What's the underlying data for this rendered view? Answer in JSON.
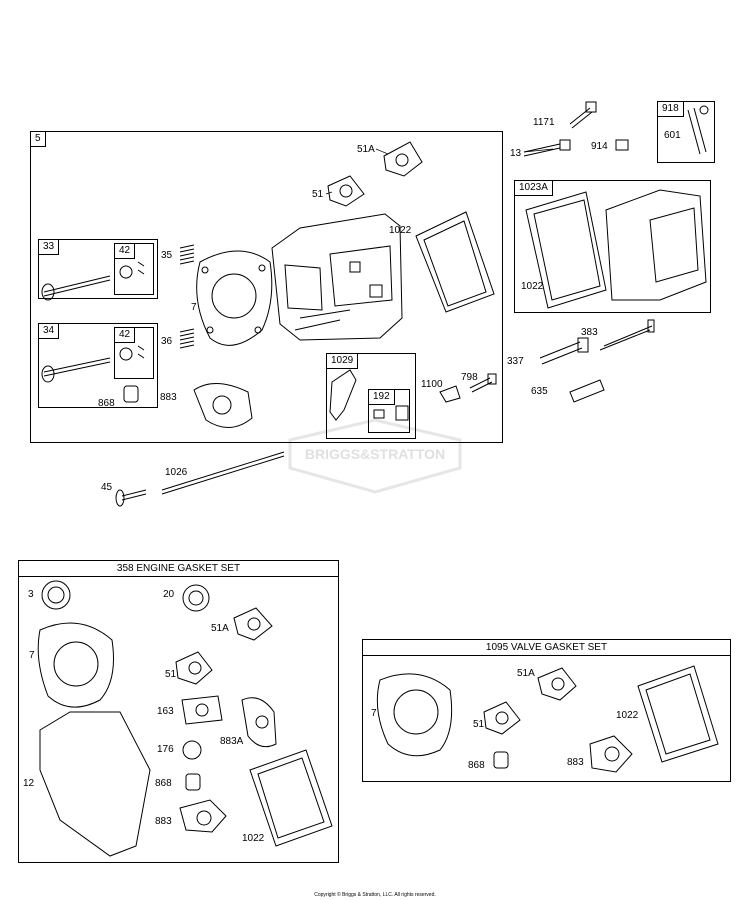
{
  "watermark": "BRIGGS&STRATTON",
  "copyright": "Copyright © Briggs & Stratton, LLC. All rights reserved.",
  "top_assembly": {
    "box_label": "5",
    "part_labels": {
      "p51A": "51A",
      "p51": "51",
      "p1022a": "1022",
      "p35": "35",
      "p7": "7",
      "p36": "36",
      "p883": "883",
      "p1029": "1029",
      "p192": "192",
      "p1100": "1100",
      "p798": "798",
      "p33": "33",
      "p42a": "42",
      "p34": "34",
      "p42b": "42",
      "p868": "868"
    }
  },
  "upper_right": {
    "p1171": "1171",
    "p13": "13",
    "p914": "914",
    "p918": "918",
    "p601": "601",
    "p1023A": "1023A",
    "p1022b": "1022",
    "p383": "383",
    "p337": "337",
    "p635": "635"
  },
  "pushrod_area": {
    "p1026": "1026",
    "p45": "45"
  },
  "engine_gasket_set": {
    "title": "358 ENGINE GASKET SET",
    "labels": {
      "p3": "3",
      "p20": "20",
      "p51A": "51A",
      "p7": "7",
      "p51": "51",
      "p163": "163",
      "p883A": "883A",
      "p176": "176",
      "p12": "12",
      "p868": "868",
      "p883": "883",
      "p1022": "1022"
    }
  },
  "valve_gasket_set": {
    "title": "1095 VALVE GASKET SET",
    "labels": {
      "p51A": "51A",
      "p7": "7",
      "p51": "51",
      "p1022": "1022",
      "p868": "868",
      "p883": "883"
    }
  }
}
